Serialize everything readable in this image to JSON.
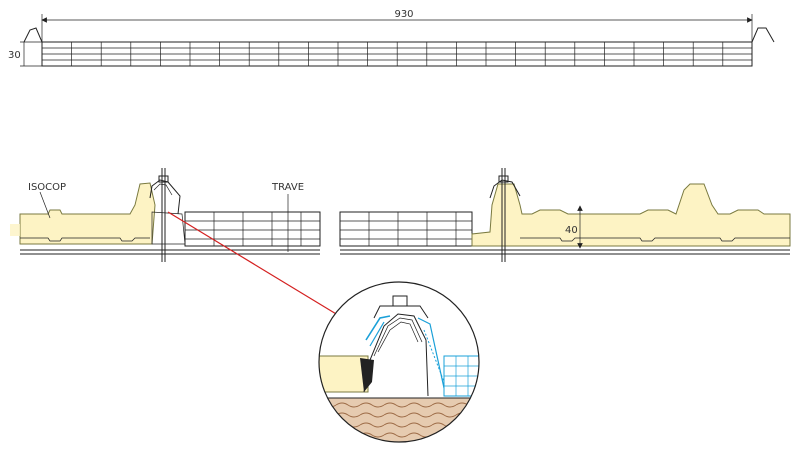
{
  "drawing": {
    "dimension_width": "930",
    "dimension_height": "30",
    "dimension_thickness": "40",
    "label_panel": "ISOCOP",
    "label_beam": "TRAVE"
  },
  "colors": {
    "foam": "#fdf3c4",
    "foam_stroke": "#7a7a40",
    "line": "#222222",
    "arrow": "#d42020",
    "blue": "#1aa0d8",
    "wood": "#e6cbb0"
  }
}
